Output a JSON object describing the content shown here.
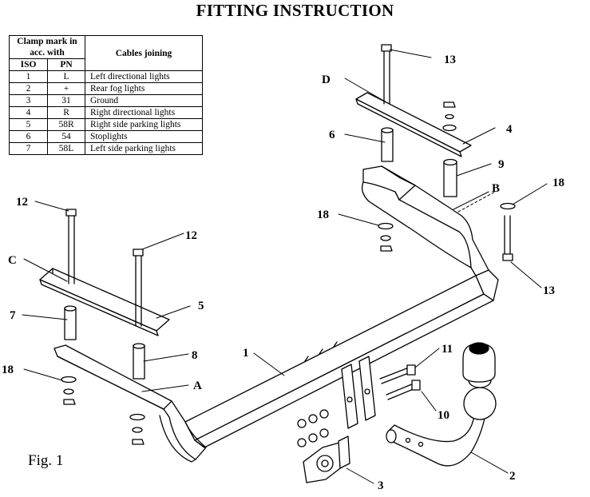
{
  "title": "FITTING INSTRUCTION",
  "table": {
    "header_clamp": "Clamp mark in acc. with",
    "header_cables": "Cables joining",
    "header_iso": "ISO",
    "header_pn": "PN",
    "rows": [
      {
        "iso": "1",
        "pn": "L",
        "cable": "Left directional lights"
      },
      {
        "iso": "2",
        "pn": "+",
        "cable": "Rear fog lights"
      },
      {
        "iso": "3",
        "pn": "31",
        "cable": "Ground"
      },
      {
        "iso": "4",
        "pn": "R",
        "cable": "Right directional lights"
      },
      {
        "iso": "5",
        "pn": "58R",
        "cable": "Right side parking lights"
      },
      {
        "iso": "6",
        "pn": "54",
        "cable": "Stoplights"
      },
      {
        "iso": "7",
        "pn": "58L",
        "cable": "Left side parking lights"
      }
    ]
  },
  "figure_label": "Fig. 1",
  "callouts": {
    "n1": "1",
    "n2": "2",
    "n3": "3",
    "n4": "4",
    "n5": "5",
    "n6": "6",
    "n7": "7",
    "n8": "8",
    "n9": "9",
    "n10": "10",
    "n11": "11",
    "n12a": "12",
    "n12b": "12",
    "n13a": "13",
    "n13b": "13",
    "n18a": "18",
    "n18b": "18",
    "n18c": "18",
    "A": "A",
    "B": "B",
    "C": "C",
    "D": "D"
  }
}
